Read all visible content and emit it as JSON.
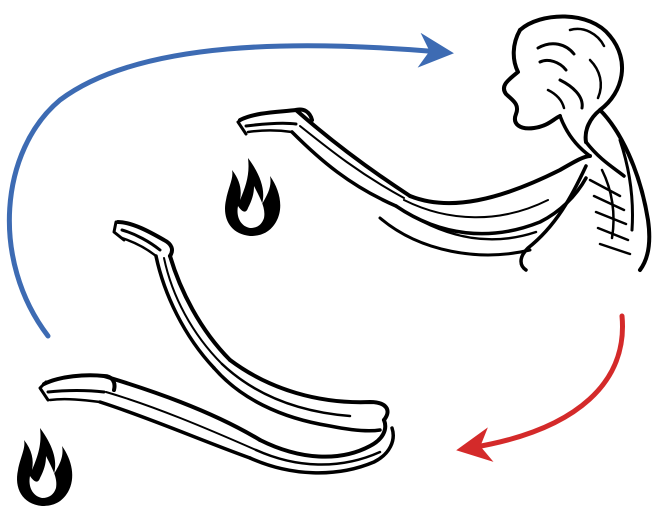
{
  "diagram": {
    "elements": [
      {
        "id": "flame-upper",
        "icon": "flame-icon"
      },
      {
        "id": "flame-lower",
        "icon": "flame-icon"
      },
      {
        "id": "figure-head-torso",
        "icon": "human-figure-icon"
      },
      {
        "id": "arms-extended",
        "icon": "arm-icon"
      },
      {
        "id": "arms-retracted",
        "icon": "arm-icon"
      }
    ],
    "arrows": [
      {
        "id": "arrow-blue",
        "color": "#3d6bb3",
        "direction": "clockwise-toward-figure"
      },
      {
        "id": "arrow-red",
        "color": "#d42a2a",
        "direction": "toward-lower-arms"
      }
    ],
    "colors": {
      "ink": "#000000",
      "background": "#ffffff",
      "blue_arrow": "#3d6bb3",
      "red_arrow": "#d42a2a"
    }
  }
}
